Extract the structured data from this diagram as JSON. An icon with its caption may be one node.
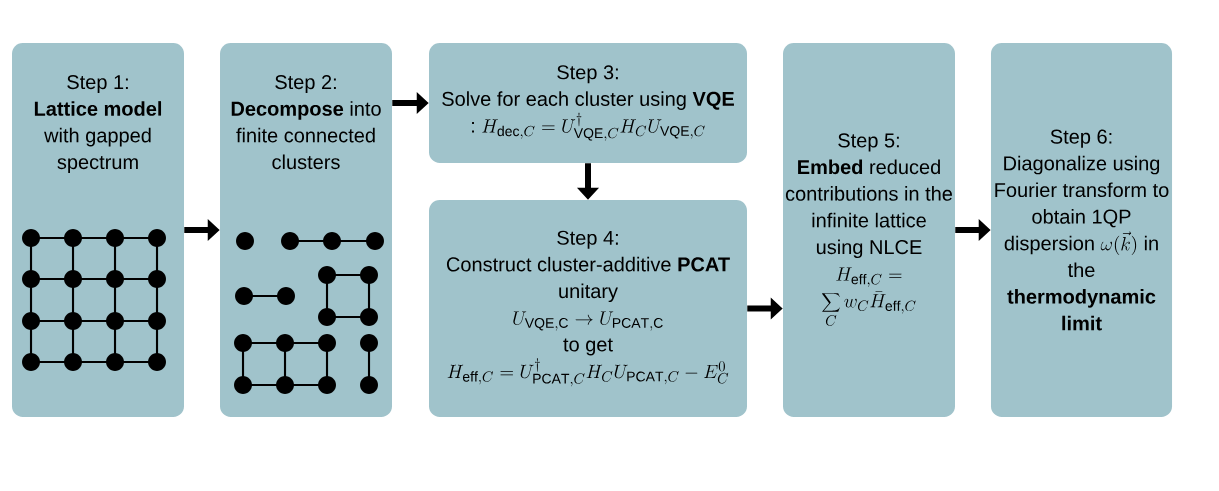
{
  "diagram": {
    "nodes": [
      {
        "text": [
          "Step 1:",
          "**Lattice model** with gapped spectrum"
        ]
      },
      {
        "text": [
          "Step 2:",
          "**Decompose** into finite connected clusters"
        ]
      },
      {
        "text": [
          "Step 3:",
          "Solve for each cluster using **VQE** :",
          "H_{\\mathrm{dec},C} = U^{\\dagger}_{\\mathrm{VQE},C} H_C U_{\\mathrm{VQE},C}"
        ]
      },
      {
        "text": [
          "Step 4:",
          "Construct cluster-additive **PCAT** unitary",
          "U_{\\mathrm{VQE,C}} \\rightarrow U_{\\mathrm{PCAT,C}}",
          "to get",
          "H_{\\mathrm{eff},C} = U^{\\dagger}_{\\mathrm{PCAT},C} H_C U_{\\mathrm{PCAT},C} - E^0_C"
        ]
      },
      {
        "text": [
          "Step 5:",
          "**Embed** reduced contributions in the infinite lattice using NLCE",
          "H_{\\mathrm{eff},C} = \\sum_C w_C \\bar{H}_{\\mathrm{eff},C}"
        ]
      },
      {
        "text": [
          "Step 6:",
          "Diagonalize using Fourier transform to obtain 1QP dispersion",
          "\\omega(\\vec{k})",
          "in the **thermodynamic limit**"
        ]
      }
    ],
    "edges": [
      {
        "from": 0,
        "to": 1,
        "arrow": "to"
      },
      {
        "from": 1,
        "to": 2,
        "arrow": "to"
      },
      {
        "from": 2,
        "to": 3,
        "arrow": "to"
      },
      {
        "from": 3,
        "to": 4,
        "arrow": "to"
      },
      {
        "from": 4,
        "to": 5,
        "arrow": "to"
      }
    ]
  }
}
